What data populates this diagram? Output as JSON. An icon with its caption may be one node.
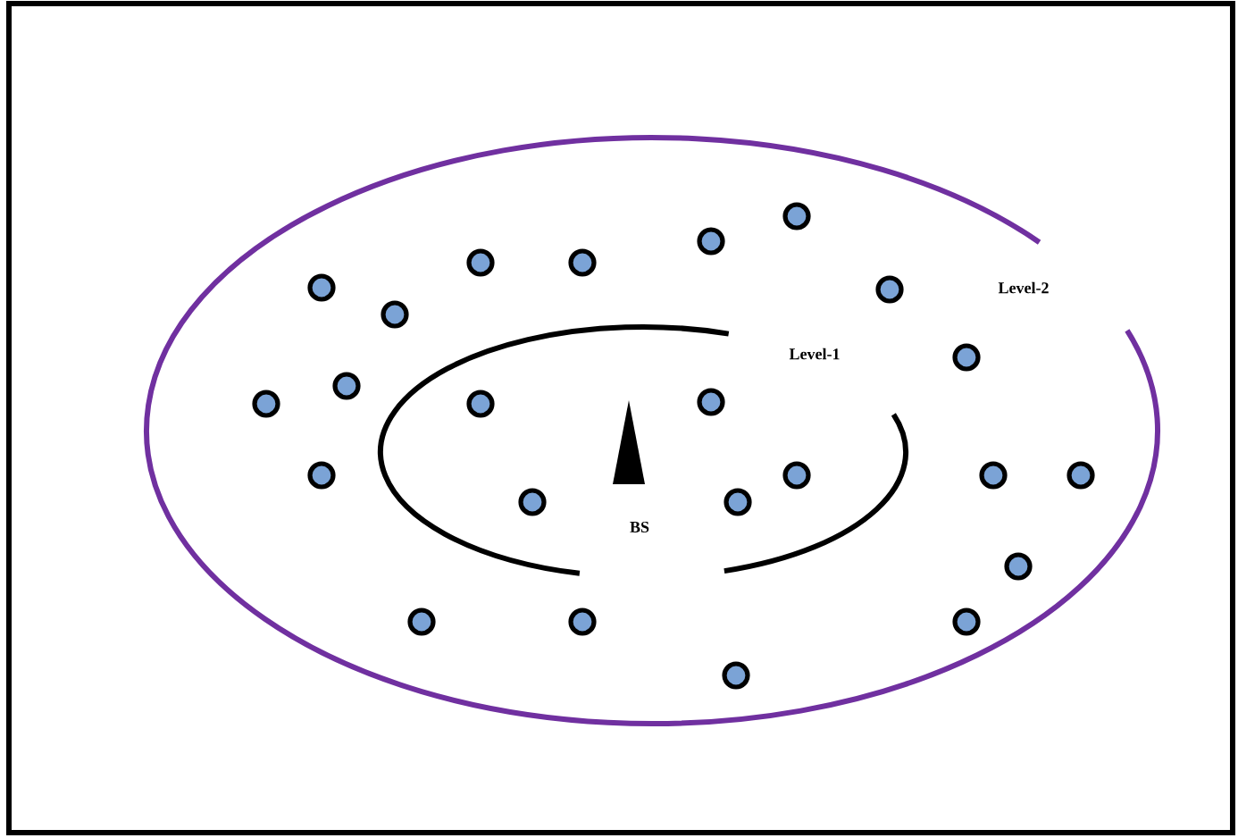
{
  "diagram": {
    "nodes": [
      {
        "text": [
          "Level-2"
        ]
      },
      {
        "text": [
          "Level-1"
        ],
        "in": 0
      },
      {
        "text": [
          "BS"
        ],
        "in": 1
      },
      {
        "text": [],
        "shape": "circle",
        "in": 0
      },
      {
        "text": [],
        "shape": "circle",
        "in": 0
      },
      {
        "text": [],
        "shape": "circle",
        "in": 0
      },
      {
        "text": [],
        "shape": "circle",
        "in": 0
      },
      {
        "text": [],
        "shape": "circle",
        "in": 0
      },
      {
        "text": [],
        "shape": "circle",
        "in": 0
      },
      {
        "text": [],
        "shape": "circle",
        "in": 0
      },
      {
        "text": [],
        "shape": "circle",
        "in": 0
      },
      {
        "text": [],
        "shape": "circle",
        "in": 0
      },
      {
        "text": [],
        "shape": "circle",
        "in": 0
      },
      {
        "text": [],
        "shape": "circle",
        "in": 1
      },
      {
        "text": [],
        "shape": "circle",
        "in": 1
      },
      {
        "text": [],
        "shape": "circle",
        "in": 0
      },
      {
        "text": [],
        "shape": "circle",
        "in": 1
      },
      {
        "text": [],
        "shape": "circle",
        "in": 0
      },
      {
        "text": [],
        "shape": "circle",
        "in": 0
      },
      {
        "text": [],
        "shape": "circle",
        "in": 1
      },
      {
        "text": [],
        "shape": "circle",
        "in": 1
      },
      {
        "text": [],
        "shape": "circle",
        "in": 0
      },
      {
        "text": [],
        "shape": "circle",
        "in": 0
      },
      {
        "text": [],
        "shape": "circle",
        "in": 0
      },
      {
        "text": [],
        "shape": "circle",
        "in": 0
      },
      {
        "text": [],
        "shape": "circle",
        "in": 0
      }
    ]
  }
}
